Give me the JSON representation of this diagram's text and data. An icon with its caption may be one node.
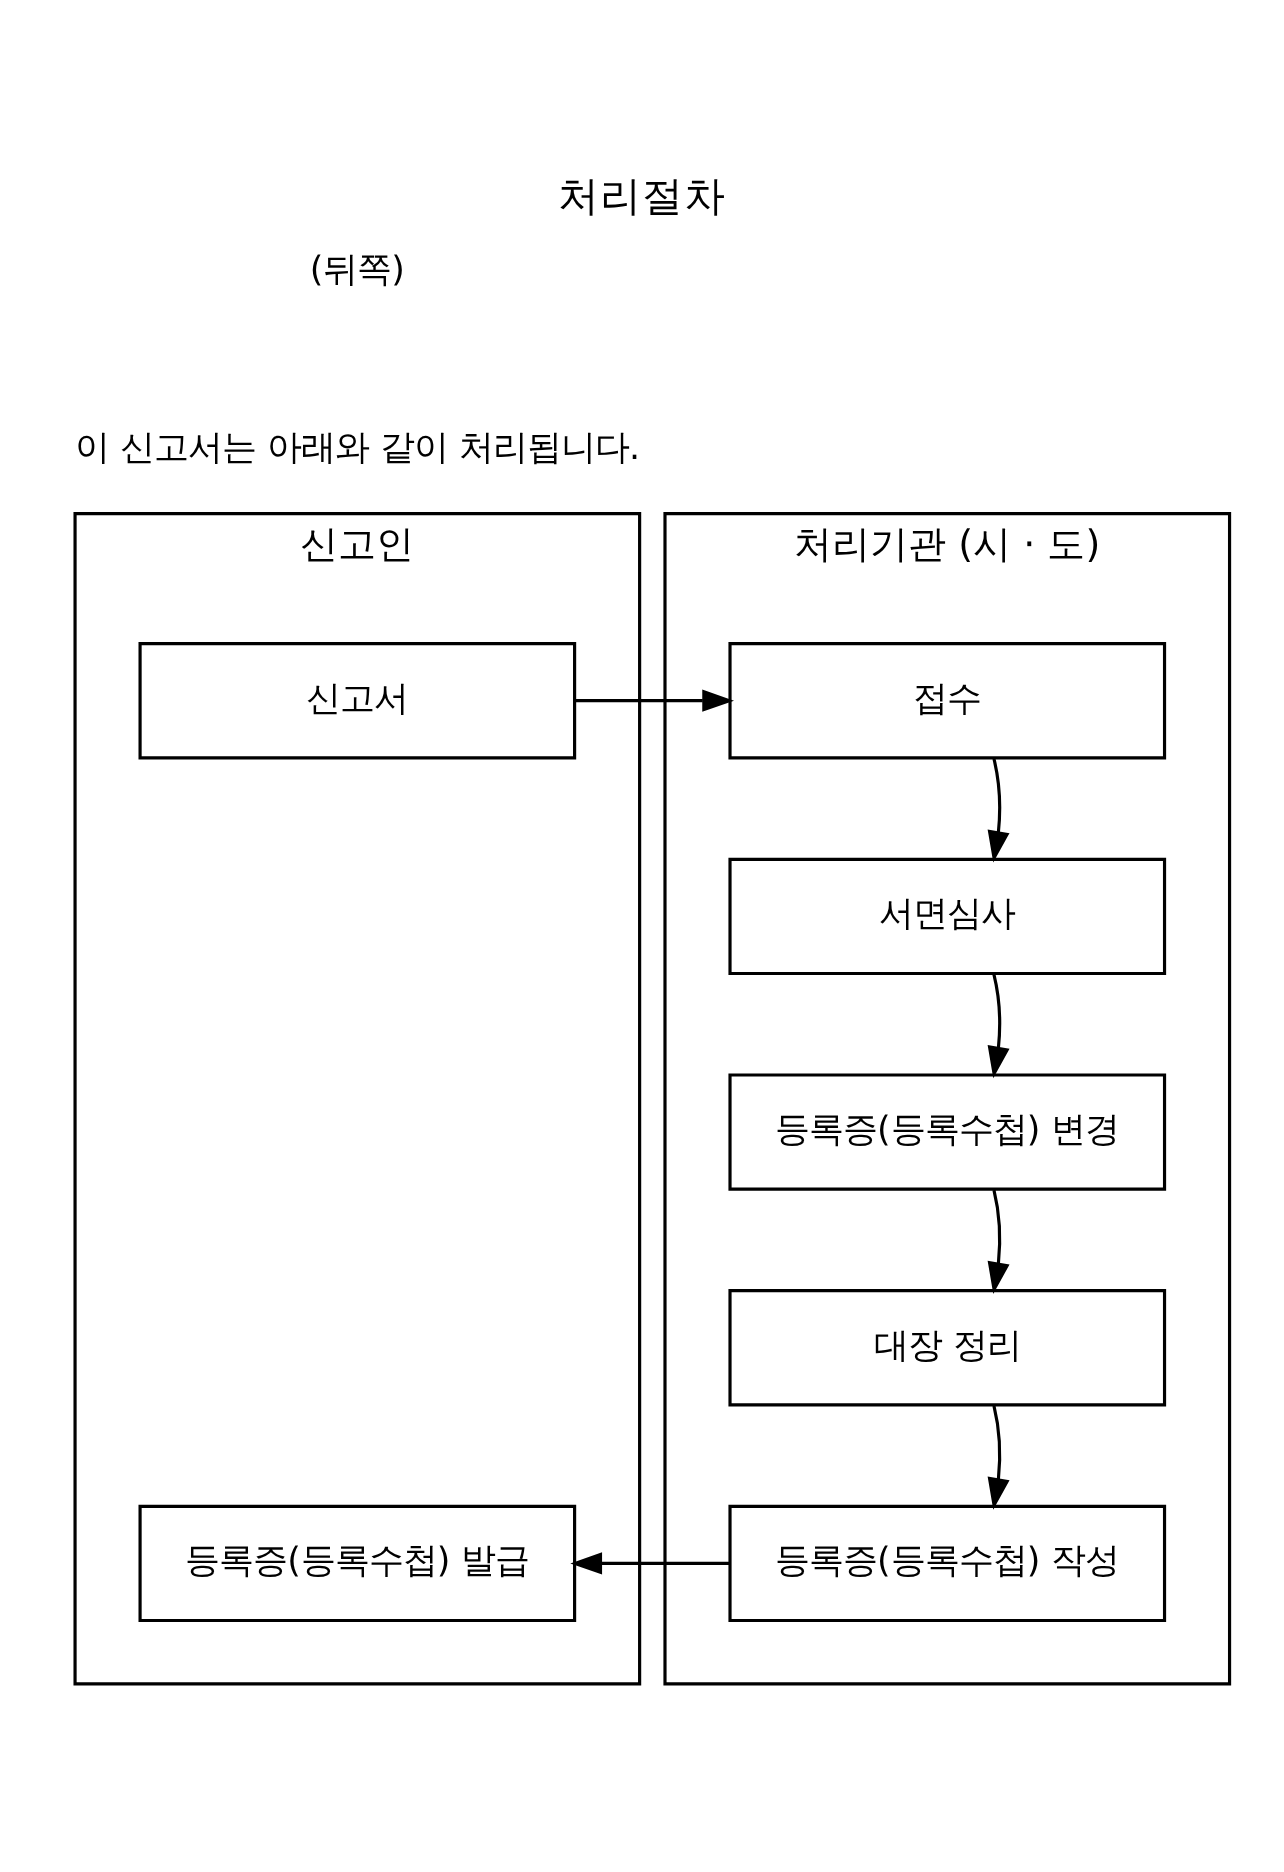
{
  "diagram": {
    "title": "처리절차",
    "nodes": [
      {
        "text": [
          "신고인"
        ]
      },
      {
        "text": [
          "처리기관 (시 · 도)"
        ]
      },
      {
        "text": [
          "신고서"
        ],
        "in": 0
      },
      {
        "text": [
          "접수"
        ],
        "in": 1
      },
      {
        "text": [
          "서면심사"
        ],
        "in": 1
      },
      {
        "text": [
          "등록증(등록수첩) 변경"
        ],
        "in": 1
      },
      {
        "text": [
          "대장 정리"
        ],
        "in": 1
      },
      {
        "text": [
          "등록증(등록수첩) 작성"
        ],
        "in": 1
      },
      {
        "text": [
          "등록증(등록수첩) 발급"
        ],
        "in": 0
      }
    ],
    "edges": [
      {
        "from": 2,
        "to": 3,
        "arrow": "to"
      },
      {
        "from": 3,
        "to": 4,
        "arrow": "to"
      },
      {
        "from": 4,
        "to": 5,
        "arrow": "to"
      },
      {
        "from": 5,
        "to": 6,
        "arrow": "to"
      },
      {
        "from": 6,
        "to": 7,
        "arrow": "to"
      },
      {
        "from": 7,
        "to": 8,
        "arrow": "to"
      }
    ],
    "labels": [
      "(뒤쪽)",
      "이 신고서는 아래와 같이 처리됩니다."
    ]
  }
}
